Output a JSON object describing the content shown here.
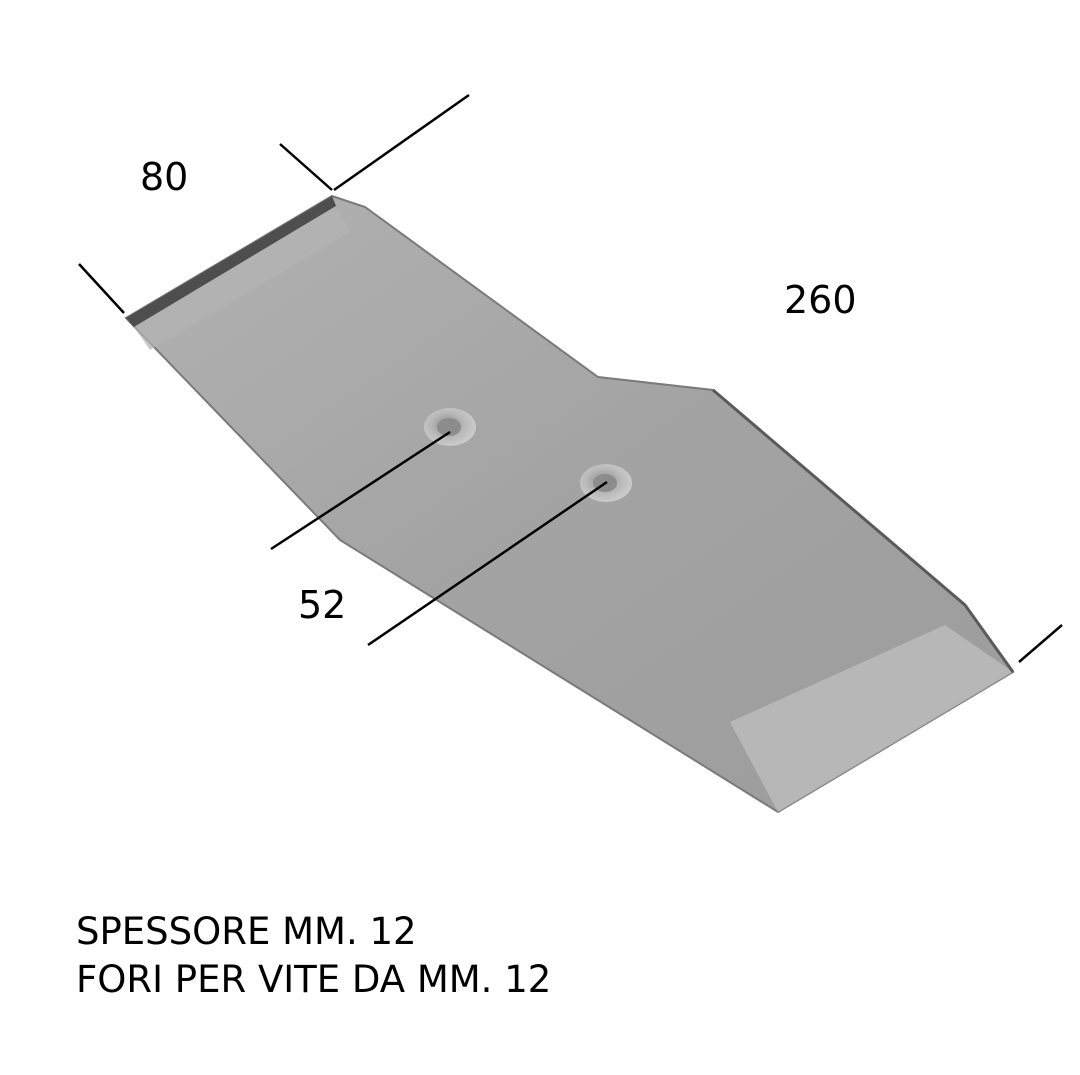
{
  "dimensions": {
    "width": "80",
    "length": "260",
    "hole_spacing": "52"
  },
  "notes": {
    "thickness": "SPESSORE MM. 12",
    "holes": "FORI PER VITE DA MM. 12"
  },
  "colors": {
    "plate_face": "#a6a6a6",
    "plate_edge": "#5f5f5f",
    "bevel_face": "#b6b6b6",
    "line": "#000000",
    "background": "#ffffff"
  }
}
